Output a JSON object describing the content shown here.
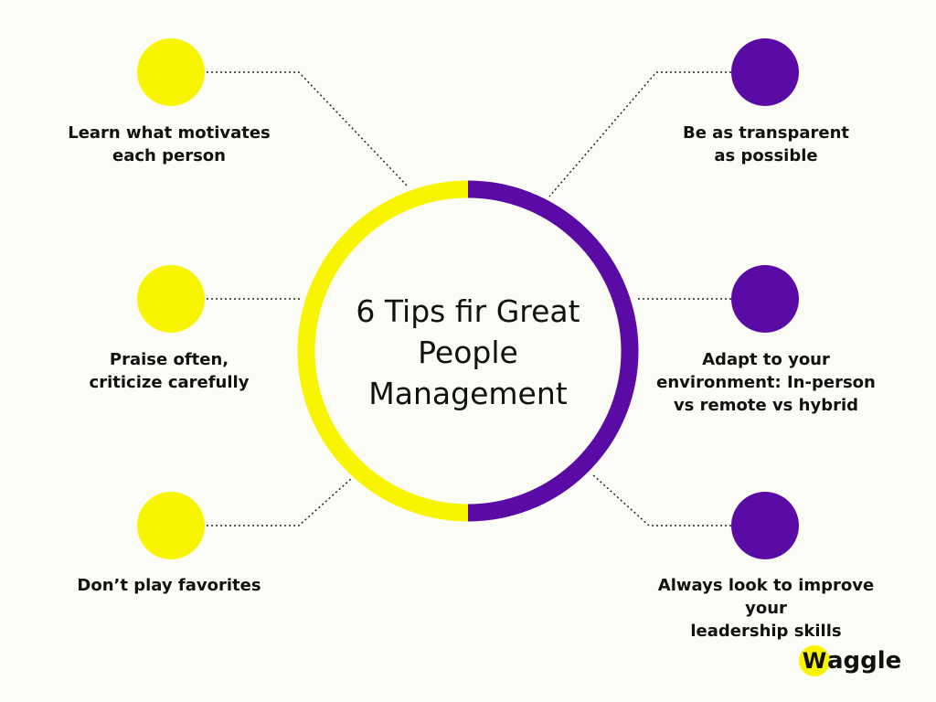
{
  "colors": {
    "background": "#fcfcf7",
    "left_accent": "#f9f400",
    "right_accent": "#5a0aa5",
    "text": "#111111",
    "connector": "#222222"
  },
  "center": {
    "title": "6 Tips fir Great\nPeople\nManagement"
  },
  "tips_left": [
    {
      "label": "Learn what motivates\neach person"
    },
    {
      "label": "Praise often,\ncriticize carefully"
    },
    {
      "label": "Don’t play favorites"
    }
  ],
  "tips_right": [
    {
      "label": "Be as transparent\nas possible"
    },
    {
      "label": "Adapt to your\nenvironment: In-person\nvs remote vs hybrid"
    },
    {
      "label": "Always look to improve your\nleadership skills"
    }
  ],
  "logo": {
    "badge_letter": "W",
    "text": "aggle"
  }
}
